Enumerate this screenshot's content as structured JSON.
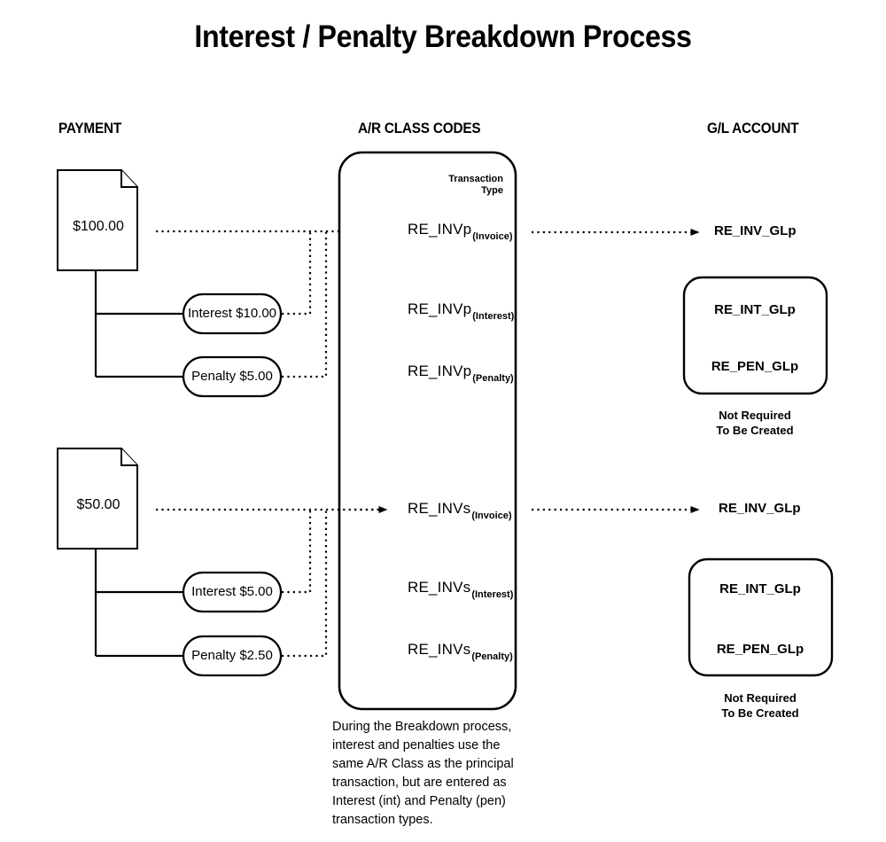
{
  "title": "Interest / Penalty Breakdown Process",
  "columns": {
    "payment": "PAYMENT",
    "ar_class_codes": "A/R CLASS CODES",
    "gl_account": "G/L ACCOUNT"
  },
  "ar_container": {
    "transaction_type_head_line1": "Transaction",
    "transaction_type_head_line2": "Type"
  },
  "groups": [
    {
      "id": "principal",
      "document_amount": "$100.00",
      "interest_label": "Interest $10.00",
      "penalty_label": "Penalty $5.00",
      "ar_rows": [
        {
          "code": "RE_INVp",
          "type": "(Invoice)"
        },
        {
          "code": "RE_INVp",
          "type": "(Interest)"
        },
        {
          "code": "RE_INVp",
          "type": "(Penalty)"
        }
      ],
      "gl_invoice": "RE_INV_GLp",
      "gl_interest": "RE_INT_GLp",
      "gl_penalty": "RE_PEN_GLp",
      "gl_note_line1": "Not Required",
      "gl_note_line2": "To Be Created"
    },
    {
      "id": "secondary",
      "document_amount": "$50.00",
      "interest_label": "Interest $5.00",
      "penalty_label": "Penalty $2.50",
      "ar_rows": [
        {
          "code": "RE_INVs",
          "type": "(Invoice)"
        },
        {
          "code": "RE_INVs",
          "type": "(Interest)"
        },
        {
          "code": "RE_INVs",
          "type": "(Penalty)"
        }
      ],
      "gl_invoice": "RE_INV_GLp",
      "gl_interest": "RE_INT_GLp",
      "gl_penalty": "RE_PEN_GLp",
      "gl_note_line1": "Not Required",
      "gl_note_line2": "To Be Created"
    }
  ],
  "caption": "During the Breakdown process, interest and penalties use the same A/R Class as the principal transaction, but are entered as Interest (int) and Penalty (pen) transaction types.",
  "colors": {
    "background": "#ffffff",
    "stroke": "#000000",
    "text": "#000000"
  }
}
